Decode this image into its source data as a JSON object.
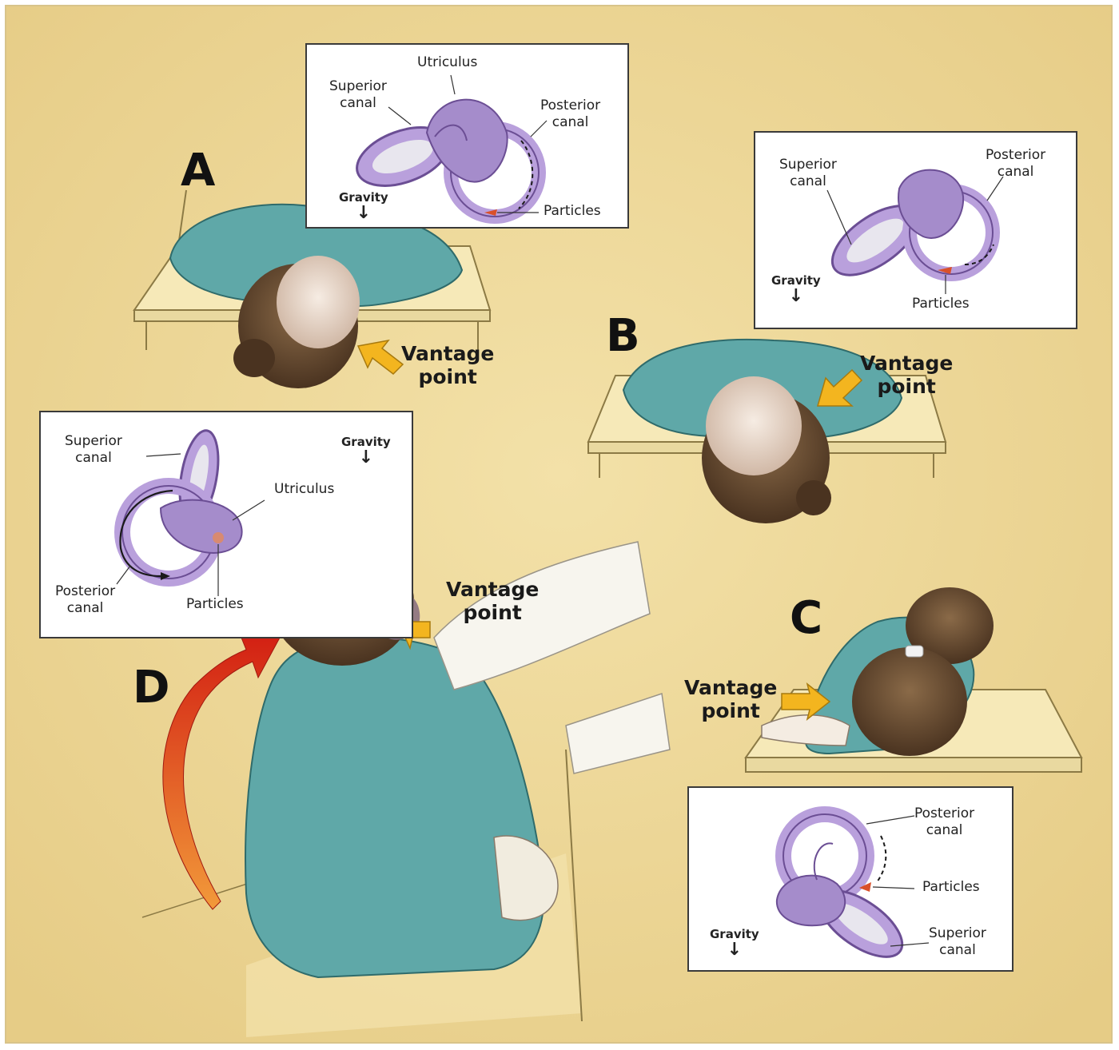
{
  "panels": {
    "a": {
      "letter": "A",
      "vantage": [
        "Vantage",
        "point"
      ],
      "inset": {
        "utriculus": "Utriculus",
        "superior": [
          "Superior",
          "canal"
        ],
        "posterior": [
          "Posterior",
          "canal"
        ],
        "particles": "Particles",
        "gravity": "Gravity"
      }
    },
    "b": {
      "letter": "B",
      "vantage": [
        "Vantage",
        "point"
      ],
      "inset": {
        "superior": [
          "Superior",
          "canal"
        ],
        "posterior": [
          "Posterior",
          "canal"
        ],
        "particles": "Particles",
        "gravity": "Gravity"
      }
    },
    "c": {
      "letter": "C",
      "vantage": [
        "Vantage",
        "point"
      ],
      "inset": {
        "posterior": [
          "Posterior",
          "canal"
        ],
        "particles": "Particles",
        "superior": [
          "Superior",
          "canal"
        ],
        "gravity": "Gravity"
      }
    },
    "d": {
      "letter": "D",
      "vantage": [
        "Vantage",
        "point"
      ],
      "inset": {
        "superior": [
          "Superior",
          "canal"
        ],
        "utriculus": "Utriculus",
        "posterior": [
          "Posterior",
          "canal"
        ],
        "particles": "Particles",
        "gravity": "Gravity"
      }
    }
  },
  "colors": {
    "background": "#efd99a",
    "gown": "#5fa8a8",
    "canal": "#b9a0dc",
    "vantage_arrow": "#f3b51f",
    "motion_arrow": "#d8301a",
    "particles": "#d9502a"
  }
}
